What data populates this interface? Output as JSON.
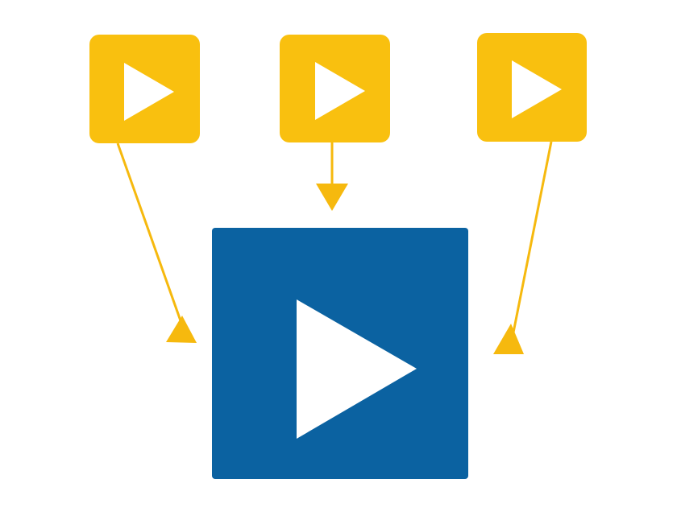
{
  "diagram": {
    "nodes": [
      {
        "id": "source-1",
        "kind": "small-play-tile",
        "icon": "play-icon"
      },
      {
        "id": "source-2",
        "kind": "small-play-tile",
        "icon": "play-icon"
      },
      {
        "id": "source-3",
        "kind": "small-play-tile",
        "icon": "play-icon"
      },
      {
        "id": "target",
        "kind": "large-play-tile",
        "icon": "play-icon"
      }
    ],
    "edges": [
      {
        "from": "source-1",
        "to": "target"
      },
      {
        "from": "source-2",
        "to": "target"
      },
      {
        "from": "source-3",
        "to": "target"
      }
    ]
  },
  "colors": {
    "background": "#ffffff",
    "source_tile": "#f9c00f",
    "target_tile": "#0b62a1",
    "arrow": "#f6b90e",
    "play_glyph": "#ffffff"
  }
}
